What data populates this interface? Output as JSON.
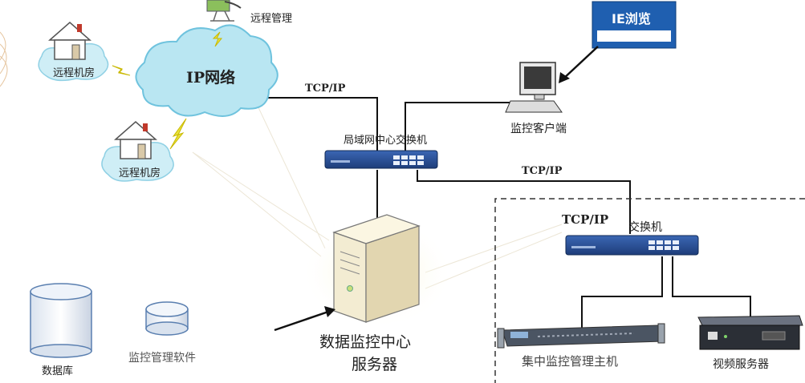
{
  "diagram": {
    "ip_network": "IP网络",
    "remote_room_1": "远程机房",
    "remote_room_2": "远程机房",
    "remote_management": "远程管理",
    "tcp_ip_1": "TCP/IP",
    "tcp_ip_2": "TCP/IP",
    "tcp_ip_3": "TCP/IP",
    "lan_switch": "局域网中心交换机",
    "ie_browse": "IE浏览",
    "monitor_client": "监控客户端",
    "switch": "交换机",
    "server_line1": "数据监控中心",
    "server_line2": "服务器",
    "database": "数据库",
    "mgmt_software": "监控管理软件",
    "central_host": "集中监控管理主机",
    "video_server": "视频服务器"
  },
  "colors": {
    "cloud_fill": "#b9e6f2",
    "cloud_stroke": "#6fc3de",
    "switch_blue": "#2a4f96",
    "ie_blue": "#1f5fb0",
    "server_beige": "#f3ecd2",
    "lightning": "#e8e23a"
  }
}
